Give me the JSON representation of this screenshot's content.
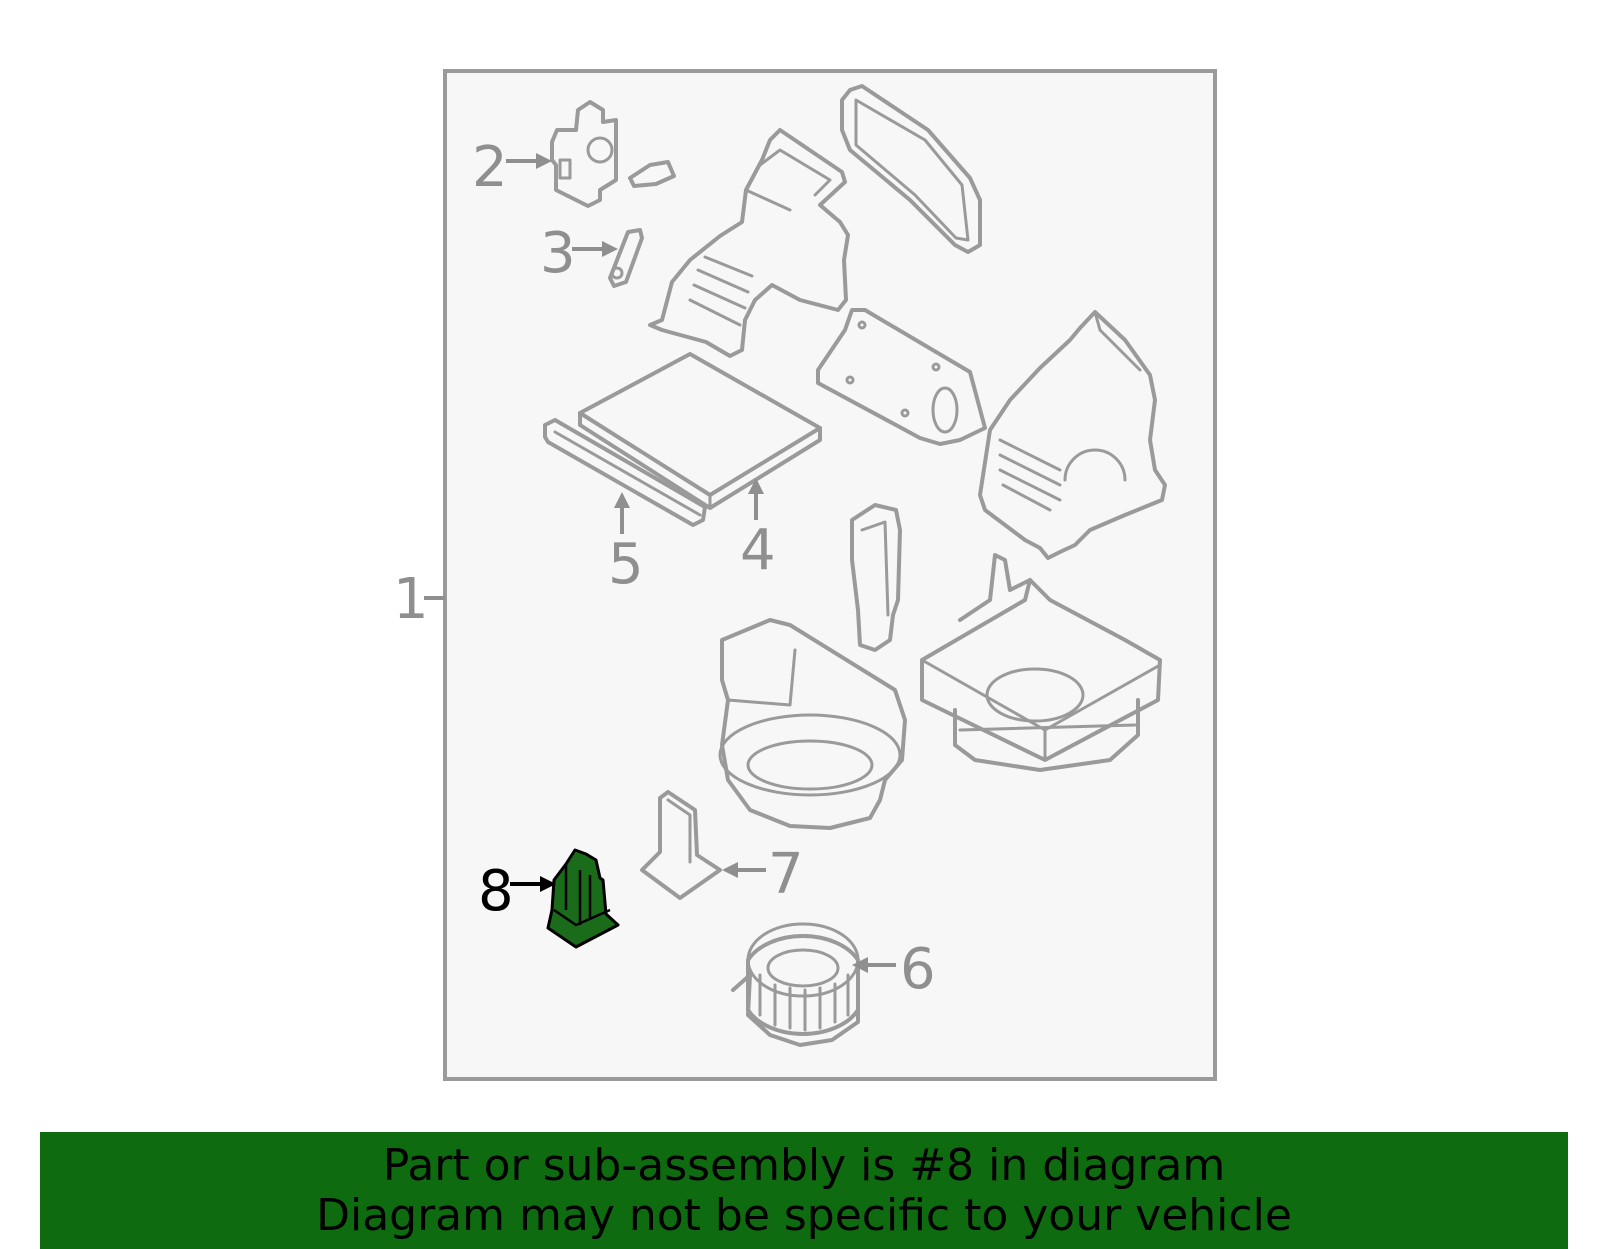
{
  "diagram": {
    "callouts": [
      "1",
      "2",
      "3",
      "4",
      "5",
      "6",
      "7",
      "8"
    ],
    "highlighted_part": "8",
    "colors": {
      "part_stroke": "#9a9a9a",
      "panel_fill": "#f7f7f7",
      "highlight_fill": "#1a6b1a",
      "banner": "#0f6b0f"
    }
  },
  "banner": {
    "line1": "Part or sub-assembly is #8 in diagram",
    "line2": "Diagram may not be specific to your vehicle"
  }
}
